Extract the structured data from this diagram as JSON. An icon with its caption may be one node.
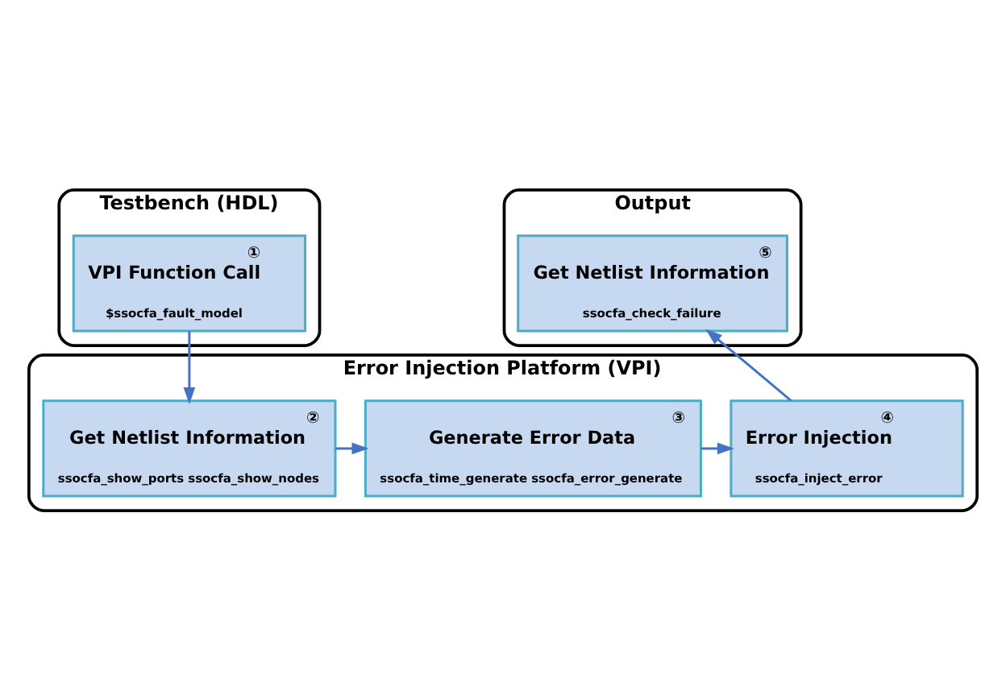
{
  "diagram": {
    "nodes": [
      {
        "text": [
          "Testbench (HDL)"
        ]
      },
      {
        "text": [
          "①",
          "VPI Function Call",
          "$ssocfa_fault_model"
        ],
        "in": 0
      },
      {
        "text": [
          "Output"
        ]
      },
      {
        "text": [
          "⑤",
          "Get Netlist Information",
          "ssocfa_check_failure"
        ],
        "in": 2
      },
      {
        "text": [
          "Error Injection Platform (VPI)"
        ]
      },
      {
        "text": [
          "②",
          "Get Netlist Information",
          "ssocfa_show_ports ssocfa_show_nodes"
        ],
        "in": 4
      },
      {
        "text": [
          "③",
          "Generate Error Data",
          "ssocfa_time_generate ssocfa_error_generate"
        ],
        "in": 4
      },
      {
        "text": [
          "④",
          "Error Injection",
          "ssocfa_inject_error"
        ],
        "in": 4
      }
    ],
    "edges": [
      {
        "from": 1,
        "to": 5,
        "arrow": "to"
      },
      {
        "from": 5,
        "to": 6,
        "arrow": "to"
      },
      {
        "from": 6,
        "to": 7,
        "arrow": "to"
      },
      {
        "from": 7,
        "to": 3,
        "arrow": "to"
      }
    ]
  }
}
